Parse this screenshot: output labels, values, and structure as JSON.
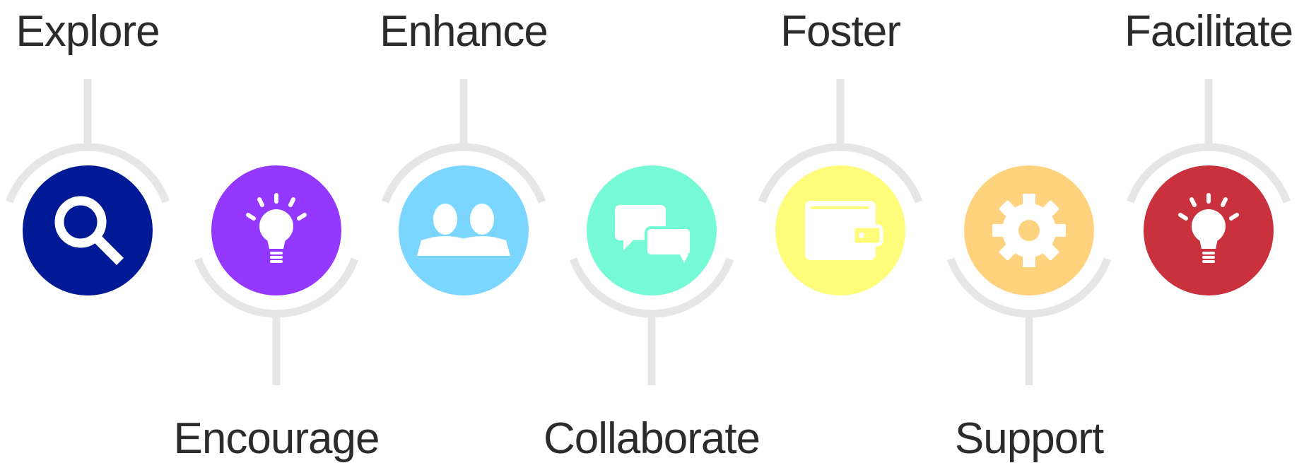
{
  "steps": [
    {
      "label": "Explore",
      "color": "#001a96",
      "icon": "magnifier-icon",
      "position": "top"
    },
    {
      "label": "Encourage",
      "color": "#9438ff",
      "icon": "lightbulb-icon",
      "position": "bottom"
    },
    {
      "label": "Enhance",
      "color": "#7ad6ff",
      "icon": "people-icon",
      "position": "top"
    },
    {
      "label": "Collaborate",
      "color": "#76fad6",
      "icon": "chat-icon",
      "position": "bottom"
    },
    {
      "label": "Foster",
      "color": "#fffc7c",
      "icon": "wallet-icon",
      "position": "top"
    },
    {
      "label": "Support",
      "color": "#ffd37e",
      "icon": "gear-icon",
      "position": "bottom"
    },
    {
      "label": "Facilitate",
      "color": "#c9323c",
      "icon": "lightbulb-icon",
      "position": "top"
    }
  ],
  "connector_color": "#e6e6e6",
  "text_color": "#2b2b2b"
}
